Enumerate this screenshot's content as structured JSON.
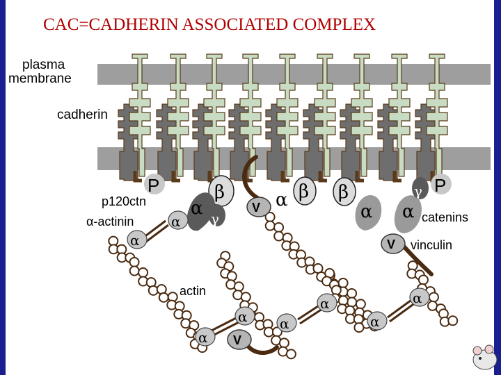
{
  "title": "CAC=CADHERIN ASSOCIATED COMPLEX",
  "labels": {
    "plasma_membrane_1": "plasma",
    "plasma_membrane_2": "membrane",
    "cadherin": "cadherin",
    "p120ctn": "p120ctn",
    "alpha_actinin": "α-actinin",
    "actin": "actin",
    "catenins": "catenins",
    "vinculin": "vinculin"
  },
  "symbols": {
    "alpha": "α",
    "beta": "β",
    "gamma": "γ",
    "phospho": "P",
    "vinculin": "V"
  },
  "colors": {
    "title": "#b00000",
    "slide_edge": "#1a1f8f",
    "membrane": "#9e9e9e",
    "cadherin_light": "#c7dcc2",
    "cadherin_dark": "#6e6e6e",
    "cadherin_outline": "#5a3a1a",
    "actin_bead": "#ffffff",
    "chain_brown": "#4a2a10",
    "alpha_catenin": "#9a9a9a",
    "beta_catenin": "#dcdcdc",
    "gamma_catenin": "#5a5a5a"
  }
}
